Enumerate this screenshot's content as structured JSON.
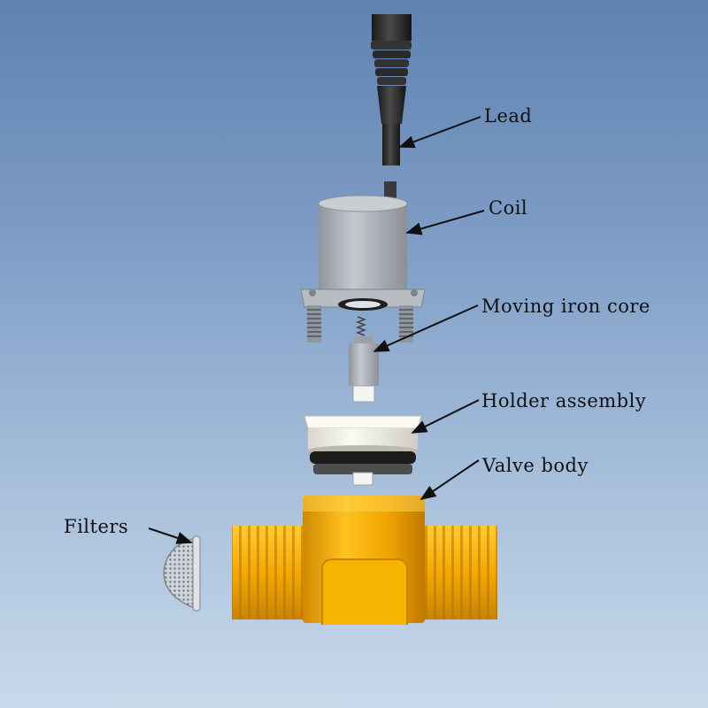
{
  "labels": {
    "lead": "Lead",
    "coil": "Coil",
    "core": "Moving iron core",
    "holder": "Holder assembly",
    "valve": "Valve body",
    "filters": "Filters"
  },
  "colors": {
    "background_top": "#5f82b0",
    "background_bottom": "#c8d9ea",
    "brass": "#f2a800",
    "coil_gray": "#a9b0b6",
    "lead_black": "#2a2a2a",
    "holder_white": "#f3f1e6",
    "arrow": "#111111"
  }
}
